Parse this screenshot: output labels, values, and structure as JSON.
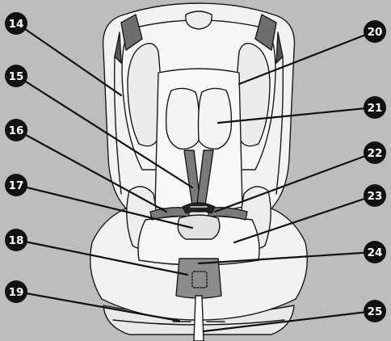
{
  "figure": {
    "callouts": [
      {
        "id": "c14",
        "label": "14"
      },
      {
        "id": "c15",
        "label": "15"
      },
      {
        "id": "c16",
        "label": "16"
      },
      {
        "id": "c17",
        "label": "17"
      },
      {
        "id": "c18",
        "label": "18"
      },
      {
        "id": "c19",
        "label": "19"
      },
      {
        "id": "c20",
        "label": "20"
      },
      {
        "id": "c21",
        "label": "21"
      },
      {
        "id": "c22",
        "label": "22"
      },
      {
        "id": "c23",
        "label": "23"
      },
      {
        "id": "c24",
        "label": "24"
      },
      {
        "id": "c25",
        "label": "25"
      }
    ],
    "colors": {
      "background": "#bdbdbd",
      "seat_fill": "#f2f2f2",
      "strap_fill": "#7a7a7a",
      "outline": "#1a1a1a",
      "badge_fill": "#111111",
      "badge_text": "#ffffff"
    }
  }
}
